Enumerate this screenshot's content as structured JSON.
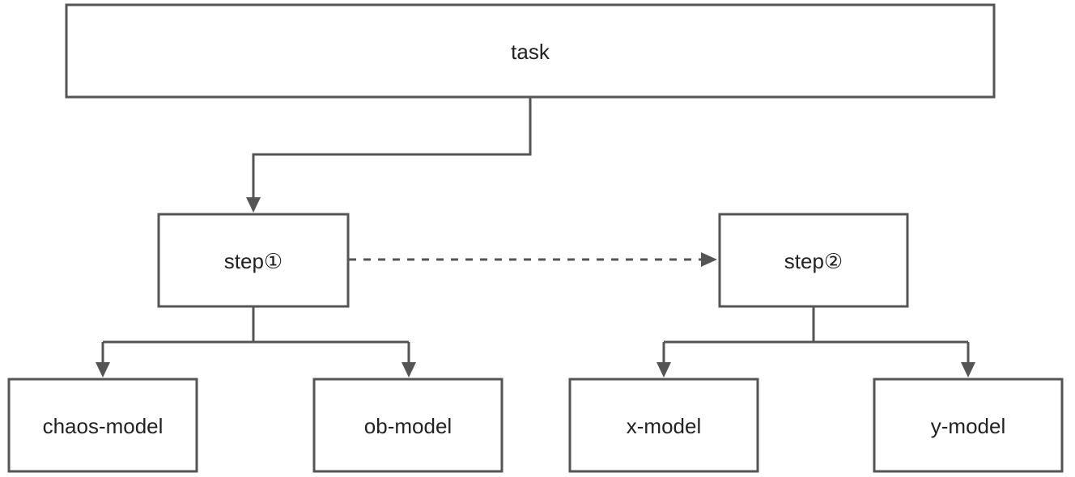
{
  "diagram": {
    "nodes": {
      "task": "task",
      "step1": "step①",
      "step2": "step②",
      "chaos_model": "chaos-model",
      "ob_model": "ob-model",
      "x_model": "x-model",
      "y_model": "y-model"
    },
    "edges": [
      {
        "from": "task",
        "to": "step1",
        "style": "solid"
      },
      {
        "from": "step1",
        "to": "step2",
        "style": "dashed"
      },
      {
        "from": "step1",
        "to": "chaos_model",
        "style": "solid"
      },
      {
        "from": "step1",
        "to": "ob_model",
        "style": "solid"
      },
      {
        "from": "step2",
        "to": "x_model",
        "style": "solid"
      },
      {
        "from": "step2",
        "to": "y_model",
        "style": "solid"
      }
    ],
    "colors": {
      "line": "#555555",
      "box_fill": "#ffffff",
      "text": "#222222"
    }
  }
}
